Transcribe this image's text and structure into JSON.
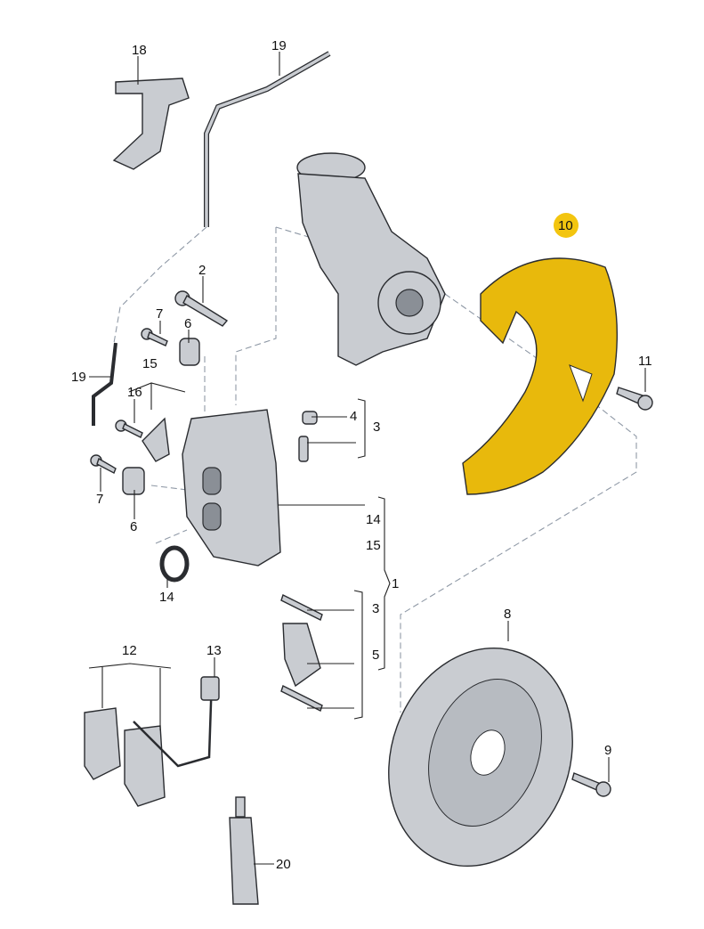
{
  "colors": {
    "highlight": "#f3c50f",
    "shield": "#e8b90c",
    "parts": "#c9ccd1"
  },
  "callouts": {
    "c18": "18",
    "c19a": "19",
    "c10": "10",
    "c2": "2",
    "c7a": "7",
    "c6a": "6",
    "c15a": "15",
    "c19b": "19",
    "c16": "16",
    "c11": "11",
    "c4": "4",
    "c3a": "3",
    "c7b": "7",
    "c6b": "6",
    "c14a": "14",
    "c15b": "15",
    "c1": "1",
    "c14b": "14",
    "c3b": "3",
    "c5": "5",
    "c8": "8",
    "c12": "12",
    "c13": "13",
    "c9": "9",
    "c20": "20"
  }
}
